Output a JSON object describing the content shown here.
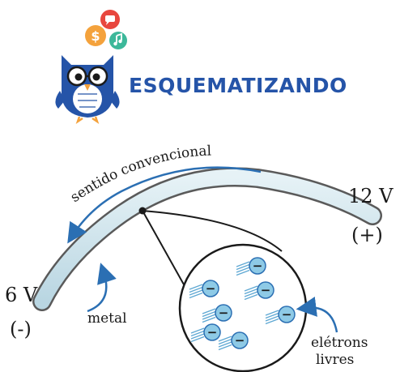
{
  "logo": {
    "brand": "ESQUEMATIZANDO",
    "icons": [
      "dollar-icon",
      "chat-icon",
      "music-note-icon",
      "owl-mascot-icon"
    ],
    "colors": {
      "brand": "#2554a8",
      "orange": "#f4a23c",
      "red": "#e8473f",
      "green": "#3cb89a"
    }
  },
  "diagram": {
    "direction_label": "sentido convencional",
    "right_terminal": {
      "voltage": "12 V",
      "polarity": "(+)"
    },
    "left_terminal": {
      "voltage": "6 V",
      "polarity": "(-)"
    },
    "wire_label": "metal",
    "electrons_label_line1": "elétrons",
    "electrons_label_line2": "livres",
    "electron_sign": "−",
    "electron_count": 7,
    "colors": {
      "wire_fill": "#cfe3ec",
      "electron": "#8ecae6",
      "arrow": "#2b6fb3"
    }
  }
}
